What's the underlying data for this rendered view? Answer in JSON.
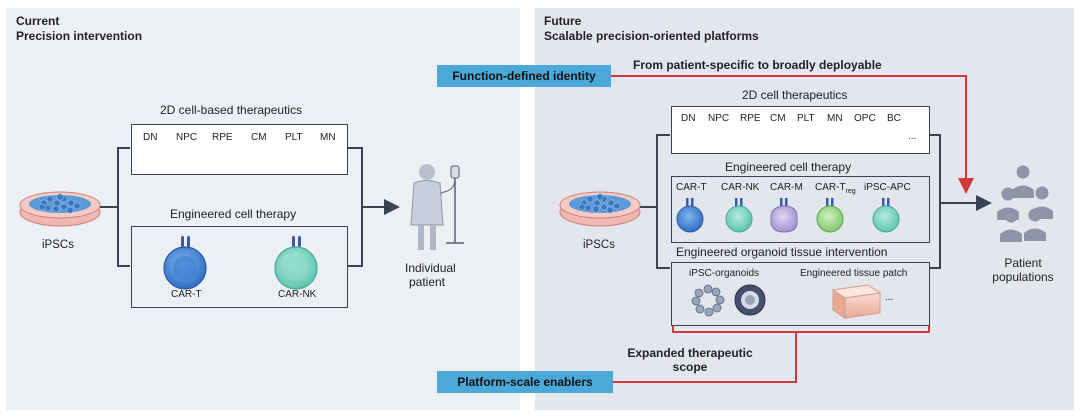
{
  "current": {
    "title": "Current",
    "subtitle": "Precision intervention",
    "source_label": "iPSCs",
    "twod_title": "2D cell-based therapeutics",
    "twod_cells": [
      "DN",
      "NPC",
      "RPE",
      "CM",
      "PLT",
      "MN"
    ],
    "engineered_title": "Engineered cell therapy",
    "engineered_cells": [
      "CAR-T",
      "CAR-NK"
    ],
    "target_label_1": "Individual",
    "target_label_2": "patient"
  },
  "future": {
    "title": "Future",
    "subtitle": "Scalable precision-oriented platforms",
    "source_label": "iPSCs",
    "twod_title": "2D cell therapeutics",
    "twod_cells": [
      "DN",
      "NPC",
      "RPE",
      "CM",
      "PLT",
      "MN",
      "OPC",
      "BC",
      "..."
    ],
    "engineered_title": "Engineered cell therapy",
    "engineered_cells": [
      "CAR-T",
      "CAR-NK",
      "CAR-M",
      "CAR-T",
      "iPSC-APC"
    ],
    "treg_subscript": "reg",
    "organoid_title": "Engineered organoid tissue intervention",
    "organoid_label": "iPSC-organoids",
    "tissue_label": "Engineered tissue patch",
    "tissue_more": "...",
    "target_label_1": "Patient",
    "target_label_2": "populations"
  },
  "callouts": {
    "function_identity": "Function-defined identity",
    "patient_to_deployable": "From patient-specific to broadly deployable",
    "platform_enablers": "Platform-scale enablers",
    "expanded_scope_1": "Expanded therapeutic",
    "expanded_scope_2": "scope"
  },
  "colors": {
    "callout_blue": "#4aa9d8",
    "arrow_red": "#d23a3a",
    "connector_navy": "#3a4256"
  }
}
